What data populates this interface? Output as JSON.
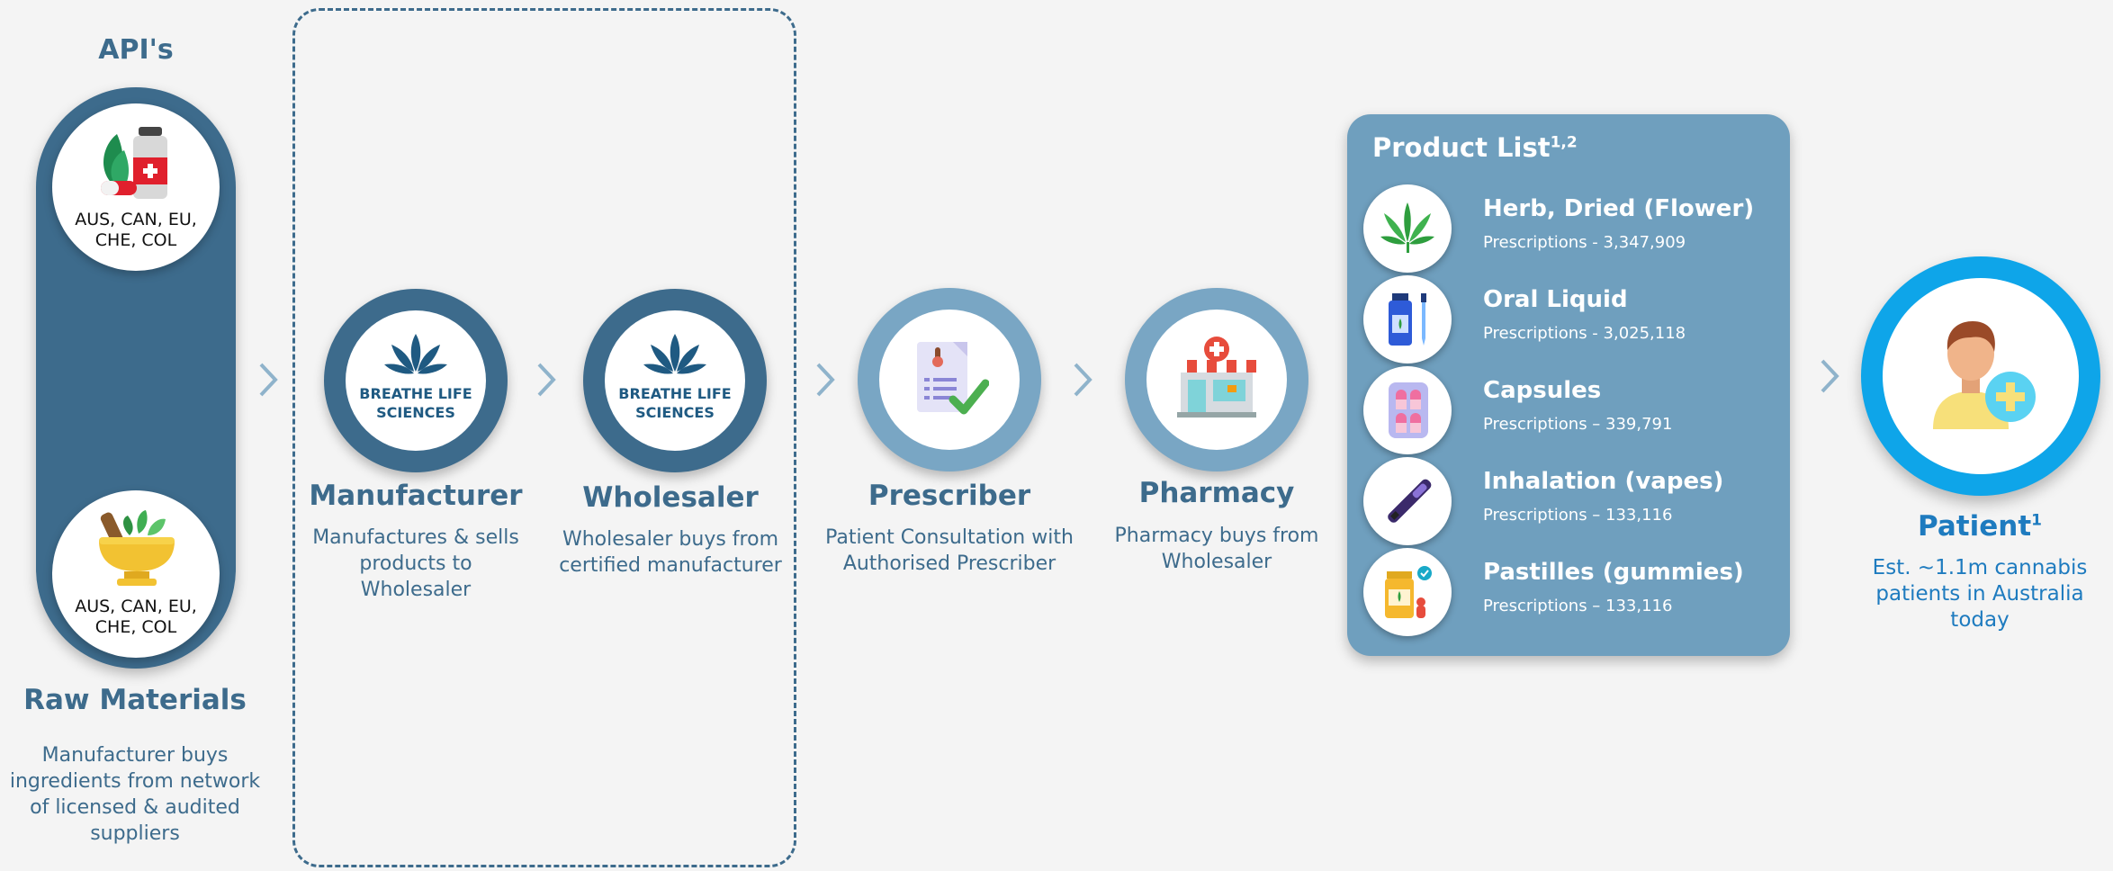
{
  "apis_title": "API's",
  "raw_materials": {
    "badge_top": [
      "AUS, CAN, EU,",
      "CHE, COL"
    ],
    "badge_bottom": [
      "AUS, CAN, EU,",
      "CHE, COL"
    ],
    "title": "Raw Materials",
    "description": [
      "Manufacturer buys",
      "ingredients from network",
      "of licensed & audited",
      "suppliers"
    ]
  },
  "brand": {
    "line1": "BREATHE LIFE",
    "line2": "SCIENCES"
  },
  "manufacturer": {
    "title": "Manufacturer",
    "description": [
      "Manufactures & sells",
      "products to",
      "Wholesaler"
    ]
  },
  "wholesaler": {
    "title": "Wholesaler",
    "description": [
      "Wholesaler buys from",
      "certified manufacturer"
    ]
  },
  "prescriber": {
    "title": "Prescriber",
    "description": [
      "Patient Consultation with",
      "Authorised Prescriber"
    ]
  },
  "pharmacy": {
    "title": "Pharmacy",
    "description": [
      "Pharmacy buys from",
      "Wholesaler"
    ]
  },
  "product_list": {
    "title": "Product List",
    "title_sup": "1,2",
    "items": [
      {
        "name": "Herb, Dried (Flower)",
        "rx": "Prescriptions - 3,347,909",
        "icon": "cannabis-leaf-icon"
      },
      {
        "name": "Oral Liquid",
        "rx": "Prescriptions - 3,025,118",
        "icon": "oil-bottle-icon"
      },
      {
        "name": "Capsules",
        "rx": "Prescriptions – 339,791",
        "icon": "capsules-icon"
      },
      {
        "name": "Inhalation (vapes)",
        "rx": "Prescriptions – 133,116",
        "icon": "vape-pen-icon"
      },
      {
        "name": "Pastilles (gummies)",
        "rx": "Prescriptions – 133,116",
        "icon": "gummies-jar-icon"
      }
    ]
  },
  "patient": {
    "title": "Patient",
    "title_sup": "1",
    "description": [
      "Est. ~1.1m cannabis",
      "patients in Australia",
      "today"
    ]
  },
  "colors": {
    "navy": "#3d6b8c",
    "light_blue": "#79a6c4",
    "panel": "#6f9fbe",
    "patient_accent": "#0ea5e9",
    "patient_text": "#1e7bbf"
  }
}
